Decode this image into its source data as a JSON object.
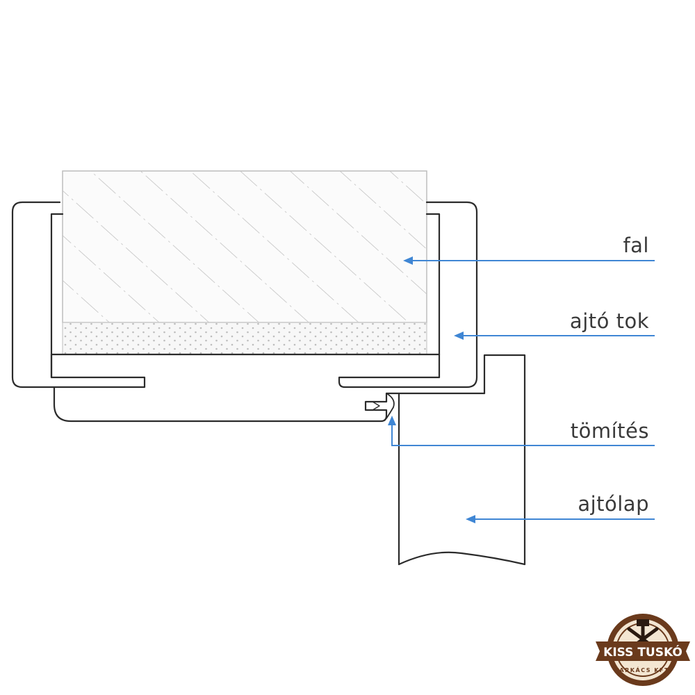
{
  "labels": {
    "wall": "fal",
    "frame": "ajtó tok",
    "seal": "tömítés",
    "door_leaf": "ajtólap"
  },
  "logo": {
    "name": "KISS TUSKÓ",
    "tagline": "BARKÁCS KFT."
  },
  "colors": {
    "line": "#2b2b2b",
    "leader": "#3f86d4",
    "hatch": "#c9c9c9",
    "logo_brown": "#6a3a1c",
    "logo_dark": "#2a1a10",
    "logo_bg": "#f3e6d2"
  }
}
